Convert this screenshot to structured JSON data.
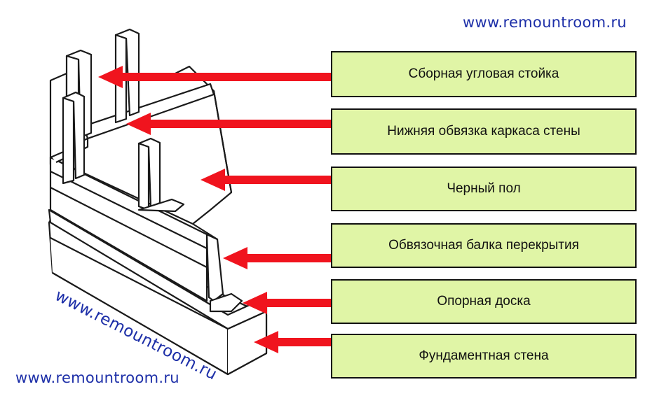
{
  "labels": [
    "Сборная угловая стойка",
    "Нижняя обвязка каркаса стены",
    "Черный пол",
    "Обвязочная балка перекрытия",
    "Опорная доска",
    "Фундаментная стена"
  ],
  "watermarks": {
    "top_right": "www.remountroom.ru",
    "diagonal": "www.remountroom.ru",
    "bottom_left": "www.remountroom.ru"
  },
  "colors": {
    "arrow": "#f0141e",
    "box_fill": "#e0f5a6",
    "box_border": "#111111",
    "watermark": "#1d2fa8",
    "line_art": "#1a1a1a"
  }
}
